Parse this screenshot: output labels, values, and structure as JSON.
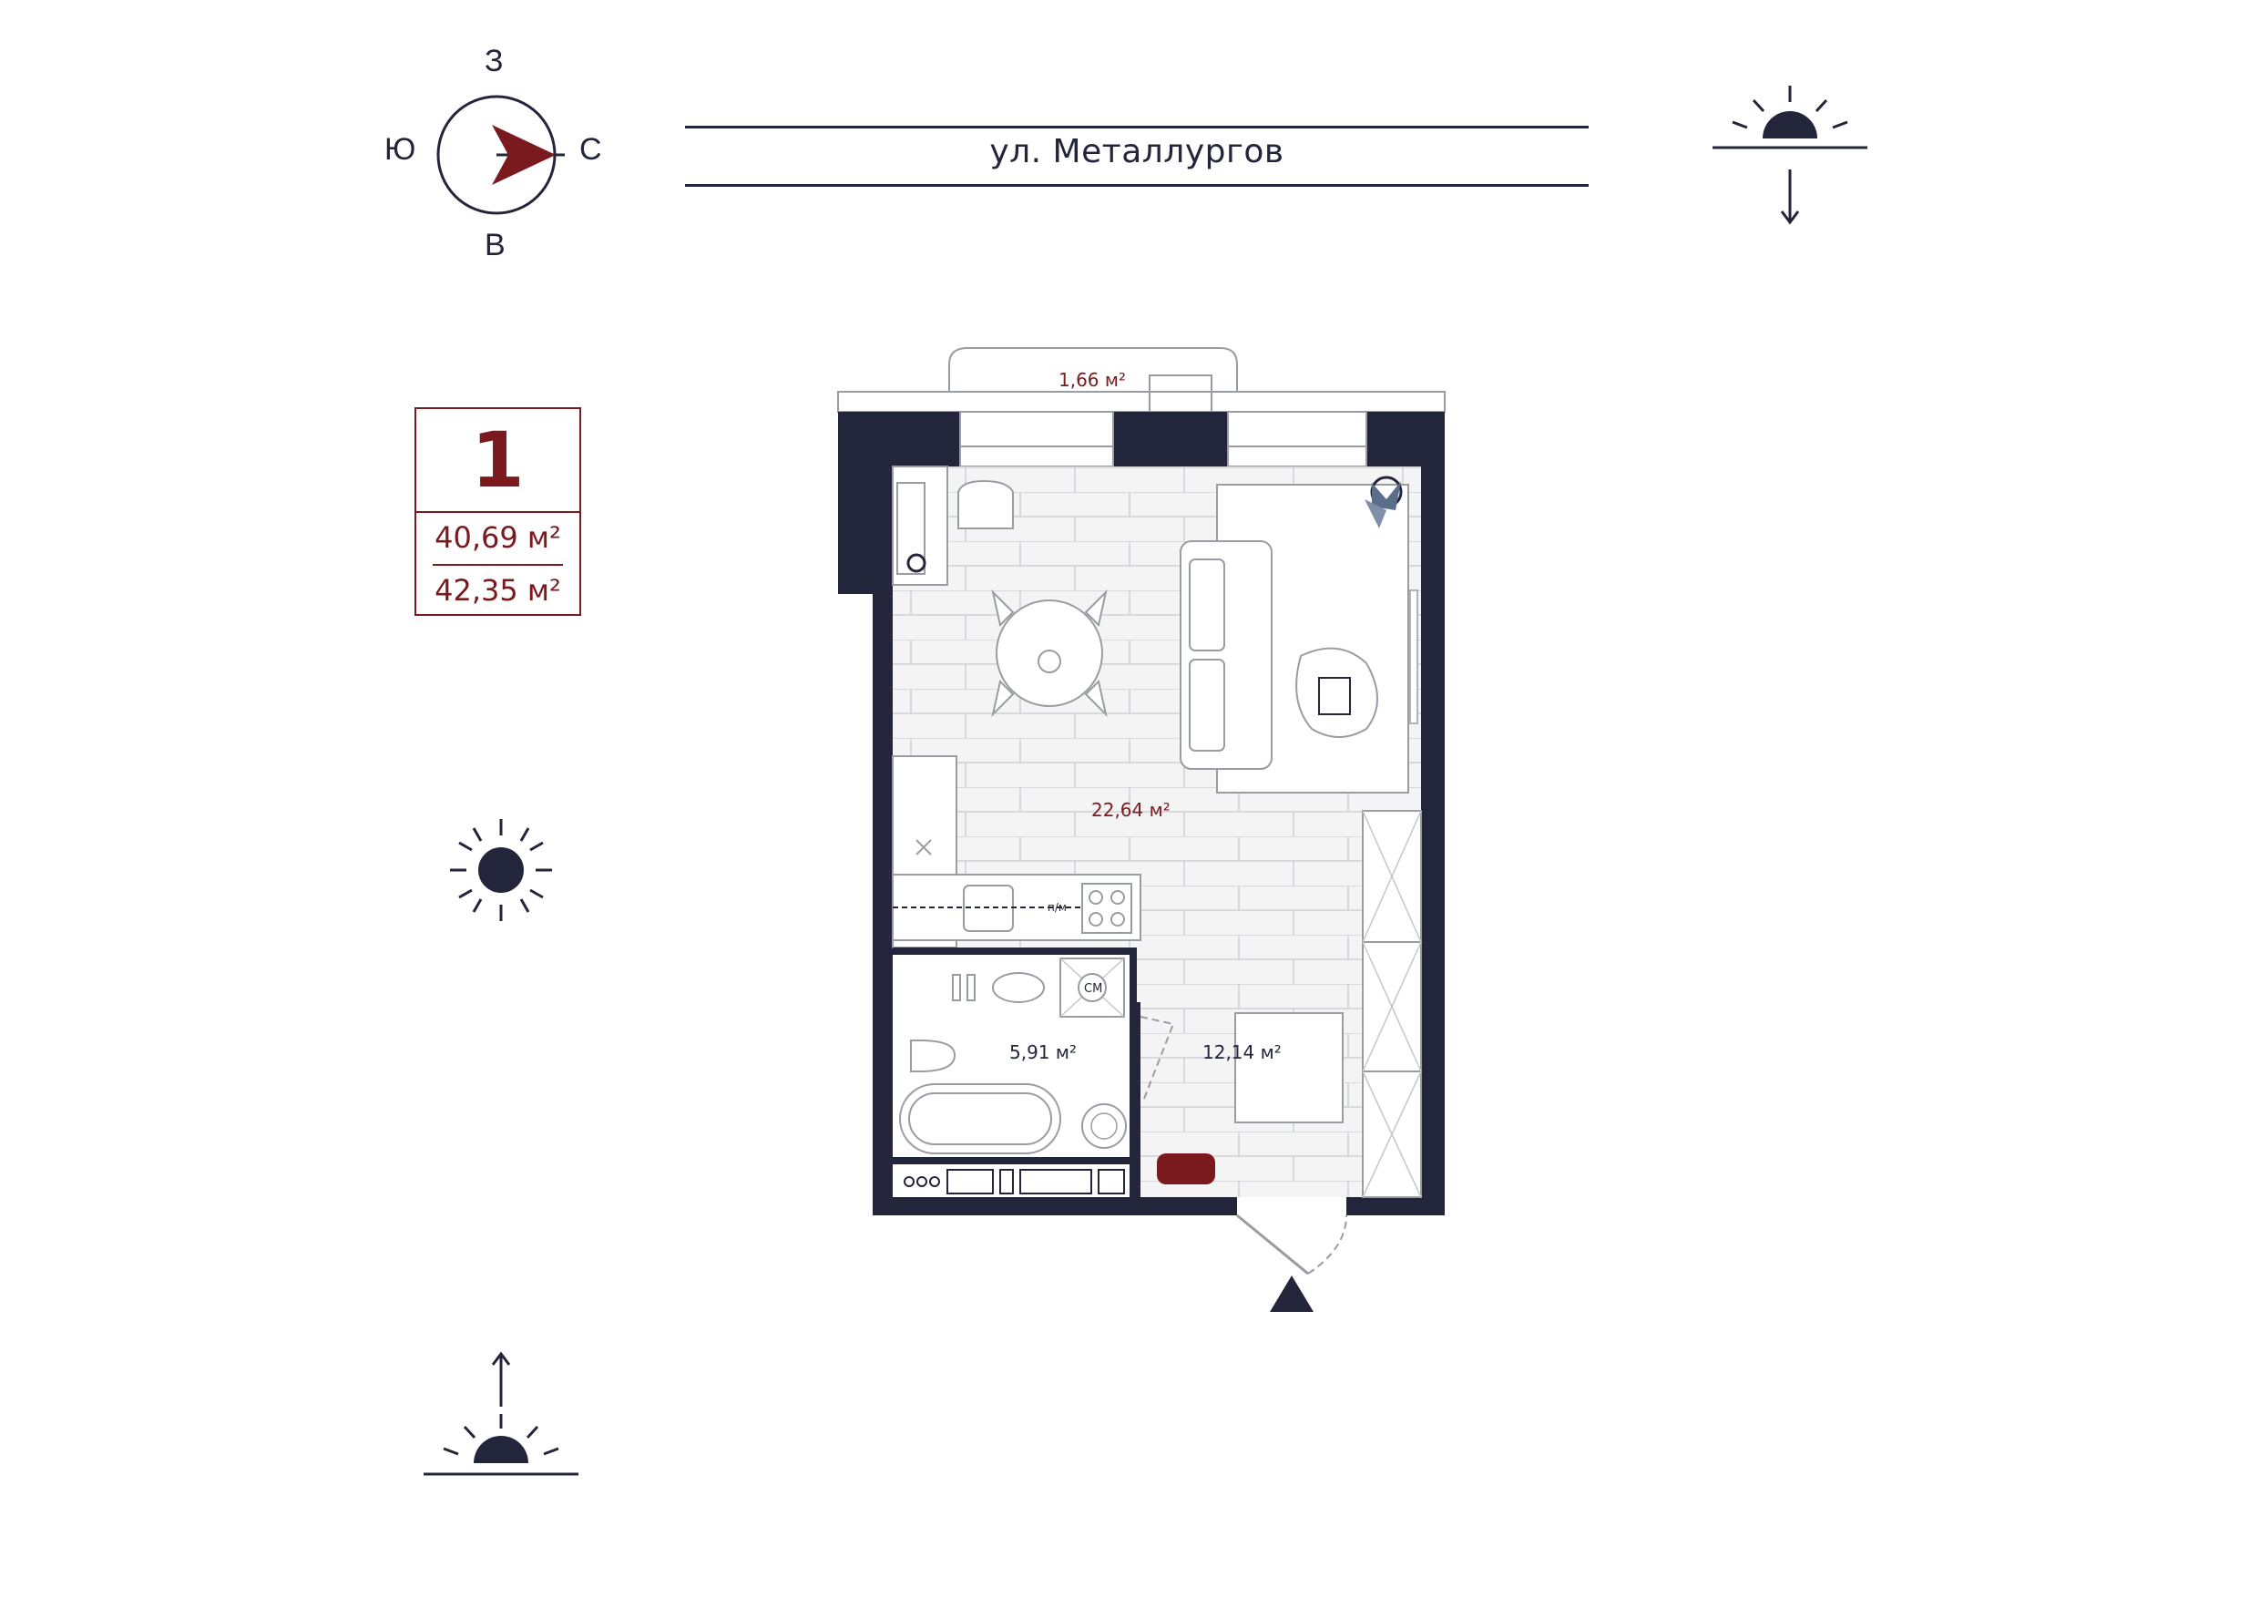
{
  "compass": {
    "north": "С",
    "south": "Ю",
    "west": "З",
    "east": "В"
  },
  "street": {
    "name": "ул. Металлургов"
  },
  "apartment": {
    "rooms": "1",
    "living_area": "40,69 м²",
    "total_area": "42,35 м²"
  },
  "rooms": {
    "balcony_area": "1,66 м²",
    "living_area": "22,64 м²",
    "bathroom_area": "5,91 м²",
    "bedroom_area": "12,14 м²",
    "washer_label": "СМ",
    "hidden_label": "п/м"
  },
  "colors": {
    "accent": "#7a1a1f",
    "wall": "#23263a",
    "icon": "#23263a"
  },
  "icons": [
    "compass-arrow-icon",
    "sunset-icon",
    "sun-icon",
    "sunrise-icon",
    "entrance-arrow-icon",
    "plant-icon"
  ]
}
